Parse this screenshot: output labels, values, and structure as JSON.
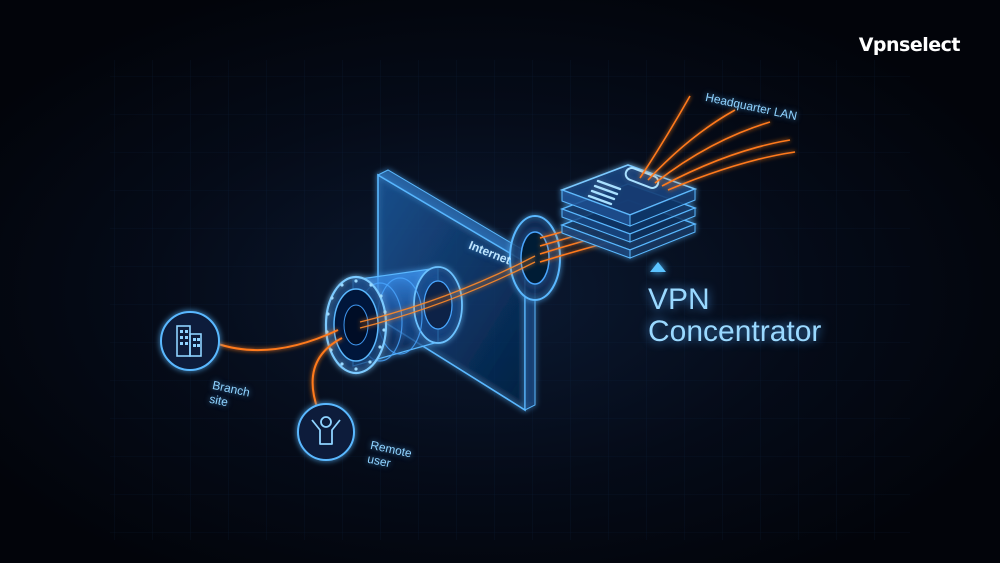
{
  "brand": {
    "name": "Vpnselect"
  },
  "diagram": {
    "labels": {
      "headquarter": "Headquarter LAN",
      "internet": "Internet",
      "branch_line1": "Branch",
      "branch_line2": "site",
      "remote_line1": "Remote",
      "remote_line2": "user",
      "vpn_line1": "VPN",
      "vpn_line2": "Concentrator"
    },
    "icons": {
      "branch": "building-icon",
      "remote": "person-icon",
      "concentrator": "server-icon",
      "tunnel": "tunnel-cylinder",
      "internet": "internet-panel",
      "pointer": "triangle-up-icon"
    }
  },
  "colors": {
    "background": "#02040a",
    "glow_blue": "#4db8ff",
    "line_orange": "#ff7a1a",
    "label_blue": "#8fd3ff",
    "brand_white": "#ffffff"
  }
}
